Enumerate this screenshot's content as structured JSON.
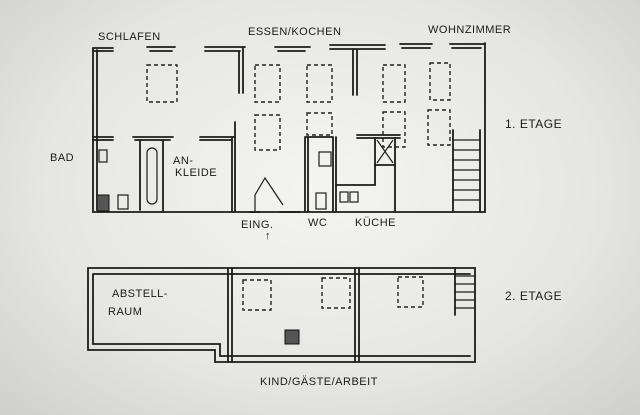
{
  "floor1": {
    "title": "1. ETAGE",
    "rooms": {
      "schlafen": "SCHLAFEN",
      "essen_kochen": "ESSEN/KOCHEN",
      "wohnzimmer": "WOHNZIMMER",
      "bad": "BAD",
      "ankleide_1": "AN-",
      "ankleide_2": "KLEIDE",
      "eingang": "EING.",
      "wc": "WC",
      "kueche": "KÜCHE"
    },
    "entrance_arrow": "↑"
  },
  "floor2": {
    "title": "2. ETAGE",
    "rooms": {
      "abstellraum_1": "ABSTELL-",
      "abstellraum_2": "RAUM",
      "kind_gaeste_arbeit": "KIND/GÄSTE/ARBEIT"
    }
  }
}
